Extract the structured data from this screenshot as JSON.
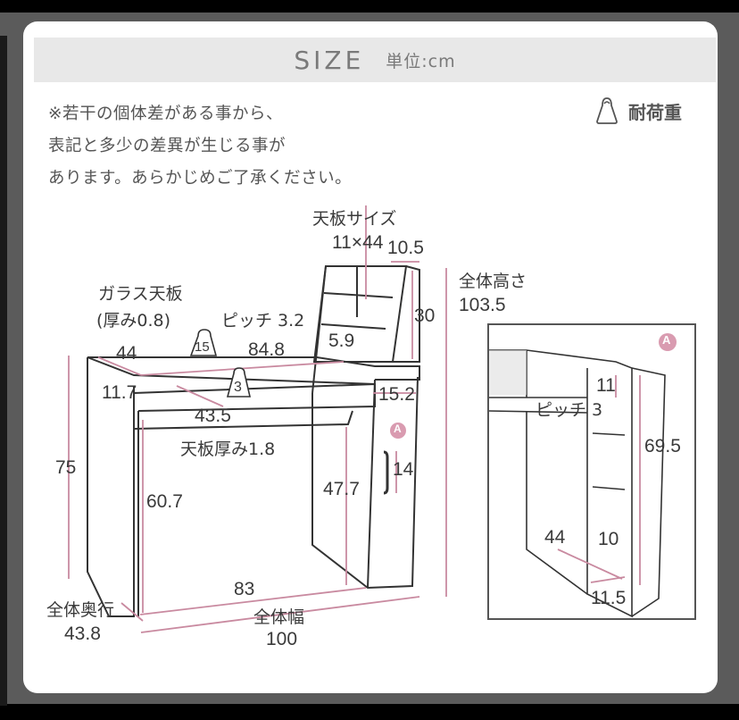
{
  "header": {
    "title": "SIZE",
    "unit_label": "単位:cm"
  },
  "note": {
    "lines": [
      "※若干の個体差がある事から、",
      "表記と多少の差異が生じる事が",
      "あります。あらかじめご了承ください。"
    ]
  },
  "legend": {
    "icon": "weight-icon",
    "label": "耐荷重"
  },
  "colors": {
    "dimension_line": "#c98aa0",
    "badge": "#d99bb0",
    "outline": "#333333",
    "header_bg": "#e8e8e8",
    "frame_bg": "#5b5b5b"
  },
  "main_diagram": {
    "top_board_size_label": "天板サイズ",
    "top_board_size_value": "11×44",
    "shelf_width": "10.5",
    "shelf_height": "30",
    "total_height_label": "全体高さ",
    "total_height_value": "103.5",
    "glass_top_label": "ガラス天板",
    "glass_top_thickness": "(厚み0.8)",
    "pitch_label": "ピッチ 3.2",
    "shelf_gap": "5.9",
    "depth_top": "44",
    "load_top": "15",
    "width_top": "84.8",
    "drawer_height": "11.7",
    "load_drawer": "3",
    "drawer_depth": "43.5",
    "cabinet_depth": "15.2",
    "badge_a": "A",
    "board_thickness": "天板厚み1.8",
    "handle_length": "14",
    "height_75": "75",
    "leg_clearance": "60.7",
    "cabinet_clearance": "47.7",
    "inner_width": "83",
    "total_depth_label": "全体奥行",
    "total_depth_value": "43.8",
    "total_width_label": "全体幅",
    "total_width_value": "100"
  },
  "inset_diagram": {
    "badge": "A",
    "top_gap": "11",
    "pitch_label": "ピッチ 3",
    "inner_height": "69.5",
    "depth": "44",
    "bottom_gap": "10",
    "inner_width": "11.5"
  }
}
